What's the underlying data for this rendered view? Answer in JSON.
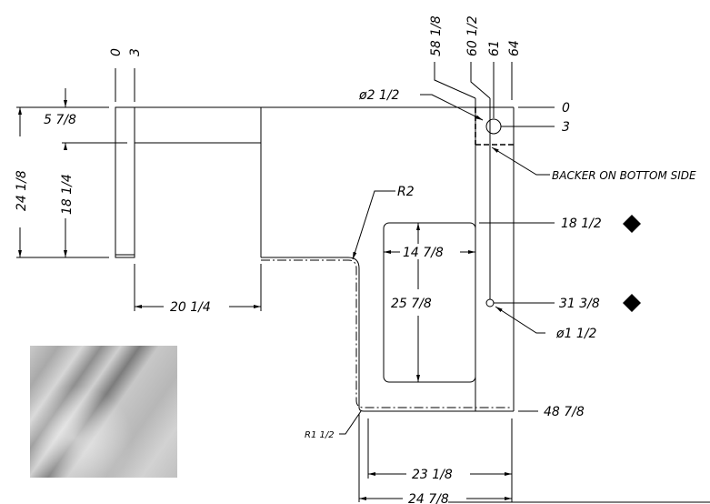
{
  "top_ticks": {
    "left": [
      "0",
      "3"
    ],
    "right": [
      "58 1/8",
      "60 1/2",
      "61",
      "64"
    ]
  },
  "right_ticks": {
    "t0": "0",
    "t3": "3",
    "t18": "18 1/2",
    "t31": "31 3/8",
    "t48": "48 7/8"
  },
  "left_dims": {
    "d5": "5 7/8",
    "d24": "24 1/8",
    "d18": "18 1/4",
    "d20": "20 1/4"
  },
  "labels": {
    "hole_large": "ø2 1/2",
    "hole_small": "ø1 1/2",
    "backer": "BACKER ON BOTTOM SIDE",
    "radius_large": "R2",
    "radius_small": "R1 1/2",
    "sink_width": "14 7/8",
    "sink_length": "25 7/8",
    "bottom_inner": "23 1/8",
    "bottom_outer": "24 7/8"
  },
  "colors": {
    "line": "#000000",
    "marker": "#000000"
  },
  "swatch": {
    "material": "marble"
  }
}
